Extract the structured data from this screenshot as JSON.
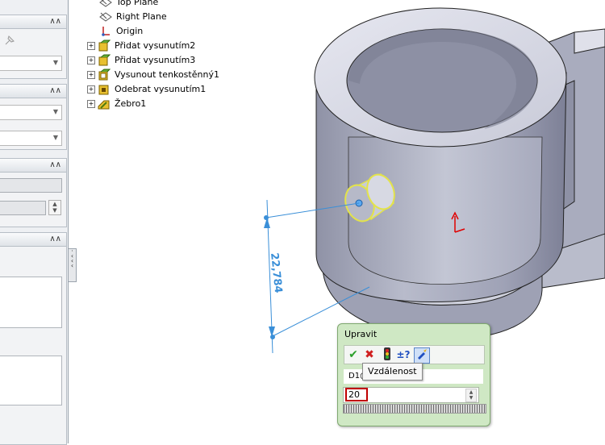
{
  "feature_tree": {
    "items": [
      {
        "label": "Top Plane",
        "icon": "plane-icon",
        "expandable": false
      },
      {
        "label": "Right Plane",
        "icon": "plane-icon",
        "expandable": false
      },
      {
        "label": "Origin",
        "icon": "origin-icon",
        "expandable": false
      },
      {
        "label": "Přidat vysunutím2",
        "icon": "extrude-boss-icon",
        "expandable": true
      },
      {
        "label": "Přidat vysunutím3",
        "icon": "extrude-boss-icon",
        "expandable": true
      },
      {
        "label": "Vysunout tenkostěnný1",
        "icon": "thin-extrude-icon",
        "expandable": true
      },
      {
        "label": "Odebrat vysunutím1",
        "icon": "extrude-cut-icon",
        "expandable": true
      },
      {
        "label": "Žebro1",
        "icon": "rib-icon",
        "expandable": true
      }
    ]
  },
  "dimension": {
    "value_text": "22,784",
    "color": "#3a8fd8"
  },
  "dialog": {
    "title": "Upravit",
    "dim_name_prefix": "D1@",
    "tooltip": "Vzdálenost",
    "input_value": "20",
    "tools": [
      "confirm-icon",
      "cancel-icon",
      "rebuild-icon",
      "tolerance-icon",
      "mark-for-drawing-icon"
    ],
    "tool_text": {
      "tolerance": "±?"
    }
  },
  "colors": {
    "selection": "#e3e34a",
    "model": "#c9ccd8",
    "dialog_bg": "#cfe8c4",
    "input_border": "#c00000"
  }
}
